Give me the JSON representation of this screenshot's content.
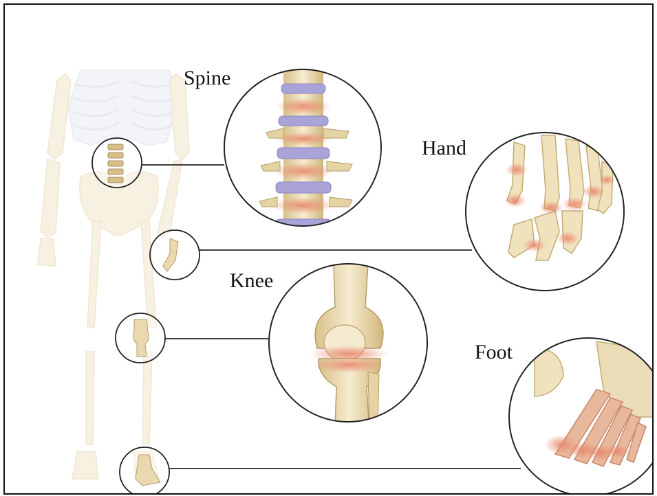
{
  "labels": {
    "spine": "Spine",
    "hand": "Hand",
    "knee": "Knee",
    "foot": "Foot"
  },
  "colors": {
    "bone": "#efe2bd",
    "bone_shade": "#d9c08a",
    "inflamed": "#e8866a",
    "disc": "#a9a3d8",
    "line": "#222222"
  }
}
